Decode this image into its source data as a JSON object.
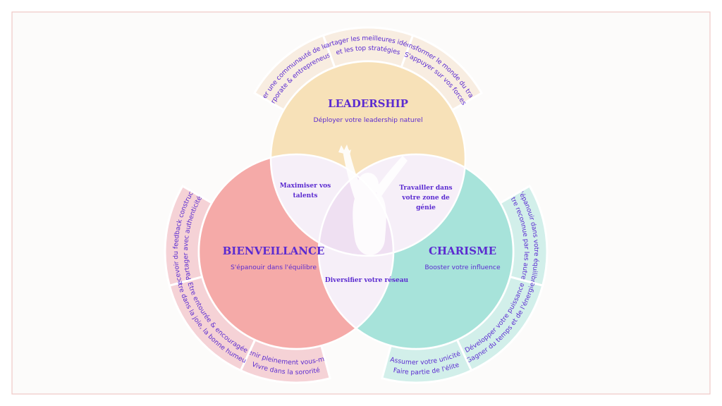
{
  "colors": {
    "title": "#5b2bd0",
    "leadership": "#f7e1b8",
    "leadership_outer": "#f8ede1",
    "bienveillance": "#f5aaa8",
    "bienveillance_outer": "#f5d2d6",
    "charisme": "#a7e3da",
    "charisme_outer": "#d2efea",
    "overlap": "#f6eff8",
    "center": "#efe0f2",
    "frame": "#f0c8c6"
  },
  "circles": {
    "leadership": {
      "title": "LEADERSHIP",
      "subtitle": "Déployer votre leadership naturel"
    },
    "bienveillance": {
      "title": "BIENVEILLANCE",
      "subtitle": "S'épanouir dans l'équilibre"
    },
    "charisme": {
      "title": "CHARISME",
      "subtitle": "Booster votre influence"
    }
  },
  "overlaps": {
    "leadership_bienveillance": [
      "Maximiser vos",
      "talents"
    ],
    "leadership_charisme": [
      "Travailler dans",
      "votre zone de",
      "génie"
    ],
    "bienveillance_charisme": [
      "Diversifier votre réseau"
    ]
  },
  "outer_segments": [
    {
      "key": "leadership-left",
      "lines": [
        "Intégrer une communauté de leaders",
        "corporate & entrepreneuses"
      ]
    },
    {
      "key": "leadership-top",
      "lines": [
        "Partager les meilleures idées",
        "et les top stratégies"
      ]
    },
    {
      "key": "leadership-right",
      "lines": [
        "Transformer le monde du travail",
        "S'appuyer sur vos forces"
      ]
    },
    {
      "key": "charisme-upper",
      "lines": [
        "S'épanouir dans votre équilibre",
        "Etre reconnue par les autres"
      ]
    },
    {
      "key": "charisme-lower",
      "lines": [
        "Gagner du temps et de l'énergie",
        "Développer votre puissance"
      ]
    },
    {
      "key": "charisme-bottom",
      "lines": [
        "Faire partie de l'élite",
        "Assumer votre unicité"
      ]
    },
    {
      "key": "bienveillance-bottom",
      "lines": [
        "Vivre dans la sororité",
        "Devenir pleinement vous-même"
      ]
    },
    {
      "key": "bienveillance-lower",
      "lines": [
        "Etre dans la joie, la bonne humeur",
        "Etre entourée & encouragée"
      ]
    },
    {
      "key": "bienveillance-upper",
      "lines": [
        "Recevoir du feedback constructif",
        "Partager avec authenticité"
      ]
    }
  ]
}
